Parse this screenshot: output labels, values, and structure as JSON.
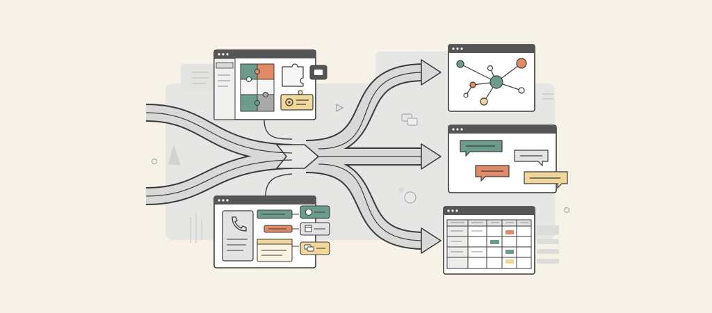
{
  "colors": {
    "background": "#f6f2e8",
    "ink": "#3a3a3a",
    "panel_shadow": "#e4e4e2",
    "road_fill": "#d9d9d7",
    "window_bar": "#555555",
    "teal": "#6b9c8d",
    "orange": "#e08a67",
    "yellow": "#f2d79a",
    "grey_tile": "#a9aaa8",
    "cream": "#fbf2e2",
    "white": "#ffffff"
  },
  "icons": {
    "integration_window": [
      "puzzle-icon",
      "gear-icon",
      "chat-bubble-icon"
    ],
    "contact_window": [
      "phone-icon",
      "chat-bubble-icon",
      "calendar-icon",
      "chat-bubble-icon"
    ],
    "network_window": [
      "network-graph-icon"
    ],
    "chat_window": [
      "chat-bubble-icon"
    ],
    "table_window": [
      "table-grid-icon"
    ]
  },
  "chart_data": {
    "type": "diagram",
    "nodes": [
      {
        "id": "integration",
        "kind": "source"
      },
      {
        "id": "contact",
        "kind": "source"
      },
      {
        "id": "merge",
        "kind": "junction"
      },
      {
        "id": "network",
        "kind": "output"
      },
      {
        "id": "chat",
        "kind": "output"
      },
      {
        "id": "table",
        "kind": "output"
      }
    ],
    "edges": [
      {
        "from": "integration",
        "to": "merge"
      },
      {
        "from": "contact",
        "to": "merge"
      },
      {
        "from": "merge",
        "to": "network"
      },
      {
        "from": "merge",
        "to": "chat"
      },
      {
        "from": "merge",
        "to": "table"
      }
    ]
  }
}
